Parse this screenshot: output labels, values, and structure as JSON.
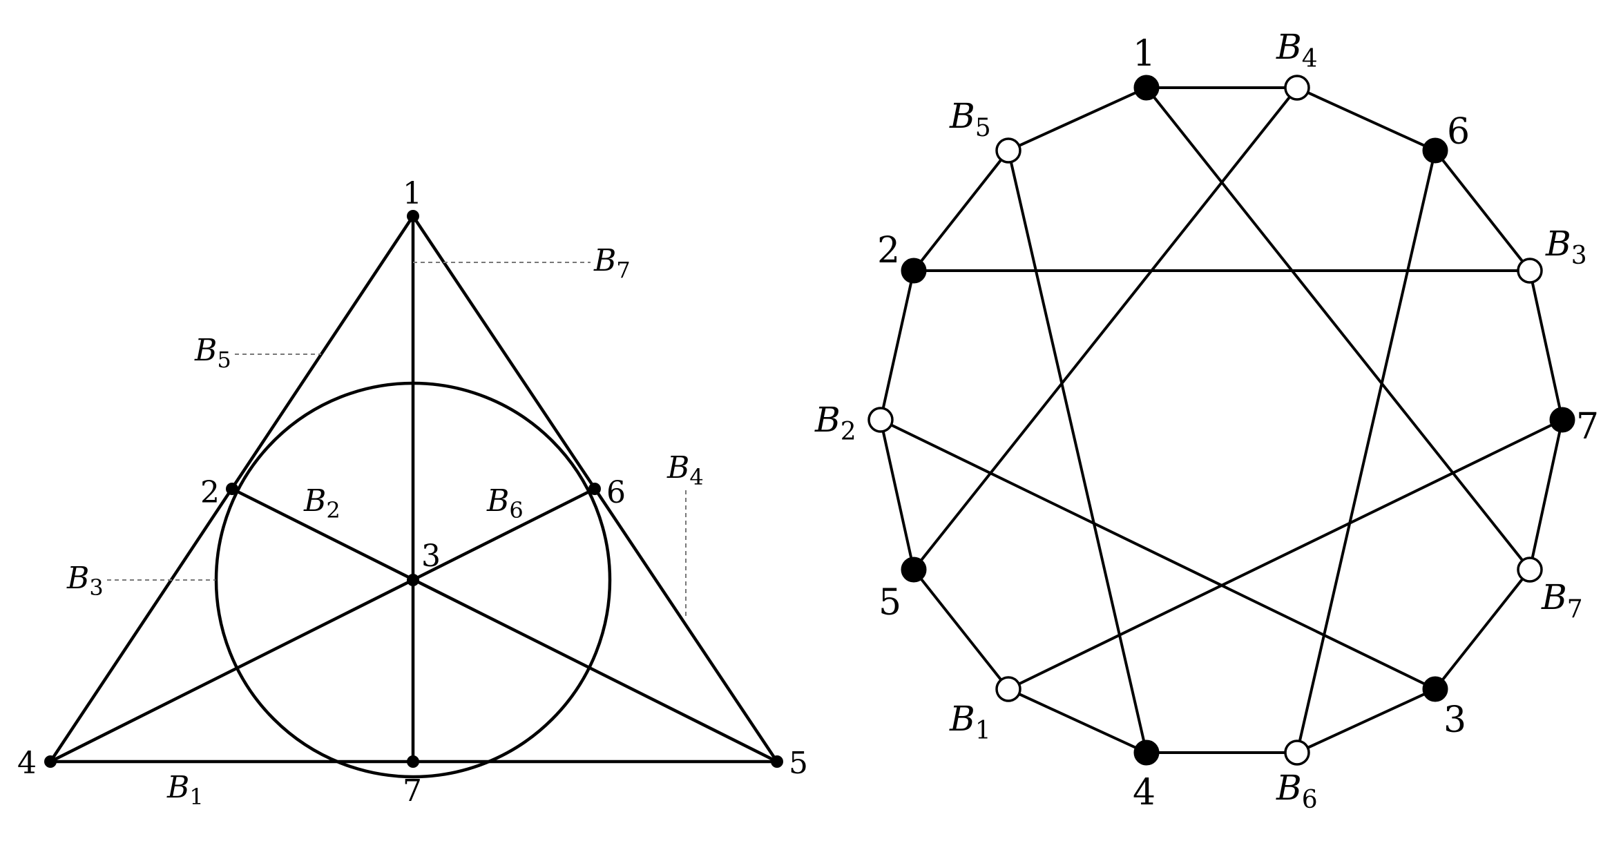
{
  "fano_plane": {
    "points": [
      {
        "id": "p1",
        "label": "1"
      },
      {
        "id": "p2",
        "label": "2"
      },
      {
        "id": "p3",
        "label": "3"
      },
      {
        "id": "p4",
        "label": "4"
      },
      {
        "id": "p5",
        "label": "5"
      },
      {
        "id": "p6",
        "label": "6"
      },
      {
        "id": "p7",
        "label": "7"
      }
    ],
    "blocks": [
      {
        "id": "B1",
        "letter": "B",
        "sub": "1"
      },
      {
        "id": "B2",
        "letter": "B",
        "sub": "2"
      },
      {
        "id": "B3",
        "letter": "B",
        "sub": "3"
      },
      {
        "id": "B4",
        "letter": "B",
        "sub": "4"
      },
      {
        "id": "B5",
        "letter": "B",
        "sub": "5"
      },
      {
        "id": "B6",
        "letter": "B",
        "sub": "6"
      },
      {
        "id": "B7",
        "letter": "B",
        "sub": "7"
      }
    ]
  },
  "incidence_graph": {
    "point_nodes": [
      "1",
      "6",
      "7",
      "3",
      "4",
      "5",
      "2"
    ],
    "block_nodes": [
      "B4",
      "B3",
      "B7",
      "B6",
      "B1",
      "B2",
      "B5"
    ],
    "colors": {
      "point_fill": "#000000",
      "block_fill": "#ffffff",
      "stroke": "#000000"
    }
  }
}
